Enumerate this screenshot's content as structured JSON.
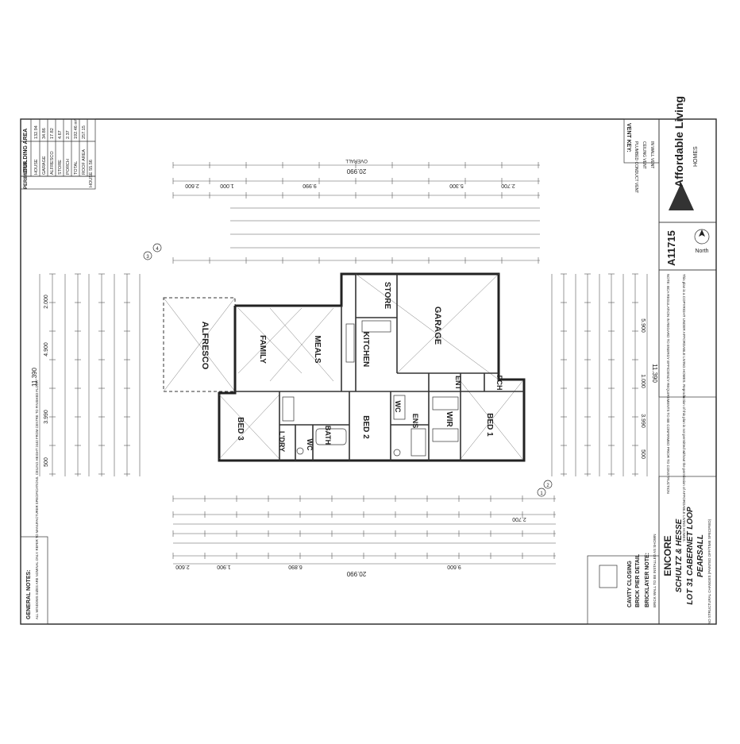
{
  "building_area": {
    "title": "BUILDING AREA",
    "rows": [
      {
        "label": "HOUSE",
        "value": "132.94"
      },
      {
        "label": "GARAGE",
        "value": "34.86"
      },
      {
        "label": "ALFRESCO",
        "value": "17.82"
      },
      {
        "label": "STORE",
        "value": "4.67"
      },
      {
        "label": "PORCH",
        "value": "2.37"
      },
      {
        "label": "TOTAL",
        "value": "192.46 m²"
      },
      {
        "label": "ROOF AREA",
        "value": "257.15"
      }
    ],
    "perimeter_title": "PERIMETER",
    "perimeter": {
      "label": "HOUSE",
      "value": "55.56"
    }
  },
  "rooms": {
    "alfresco": "ALFRESCO",
    "family": "FAMILY",
    "meals": "MEALS",
    "kitchen": "KITCHEN",
    "store": "STORE",
    "garage": "GARAGE",
    "bed3": "BED 3",
    "bed2": "BED 2",
    "bed1": "BED 1",
    "ldry": "L'DRY",
    "bath": "BATH",
    "wc": "WC",
    "wc2": "WC",
    "ens": "ENS",
    "wir": "WIR",
    "ent": "ENT",
    "pch": "PCH"
  },
  "dimensions": {
    "overall_top": "20.990",
    "overall_label": "OVERALL",
    "top_segments": [
      "2.600",
      "1.000",
      "9.990",
      "5.300",
      "2.700"
    ],
    "overall_bottom": "20.990",
    "bottom_segments": [
      "2.600",
      "1.900",
      "6.890",
      "9.600"
    ],
    "bottom_row2": "2.700",
    "left_overall": "11.390",
    "left_segments": [
      "2.000",
      "4.900",
      "3.990",
      "500"
    ],
    "right_overall": "11.390",
    "right_segments": [
      "5.900",
      "1.000",
      "3.990",
      "500"
    ]
  },
  "north": {
    "label": "North"
  },
  "vent_key": {
    "title": "VENT KEY:",
    "items": [
      "PLUMBED CONDUCT VENT",
      "CEILING VENT",
      "IN WALL VENT"
    ]
  },
  "company": {
    "name": "Affordable Living",
    "sub": "HOMES",
    "job_number": "A11715"
  },
  "notes": {
    "copyright": "NOTE: BCA REGULATION IN REGARD TO ENERGY EFFICIENCY REQUIREMENTS TO BE CONFIRMED PRIOR TO CONSTRUCTION",
    "copyright2": "This plan is a COPYRIGHT UNDER AFFORDABLE LIVING HOMES. Reproduction of this plan is not permitted without the permission of AFFORDABLE LIVING HOMES.",
    "general_title": "GENERAL NOTES:",
    "general_text": "ALL WINDOWS SIZES ARE NOMINAL ONLY. REFER TO MANUFACTURER SPECIFICATIONS. CEILING HEIGHT 2440 FROM CENTRE TO FINISHED FLOOR",
    "bricklayer_title": "BRICKLAYER NOTE:",
    "bricklayer_text": "BRICK WALL TO BE INSTALLED AS SHOWN",
    "cavity": "CAVITY CLOSING",
    "pier": "BRICK PIER DETAIL"
  },
  "title_block": {
    "house_type": "ENCORE",
    "client": "SCHULTZ & HESSE",
    "lot": "LOT 31 CABERNET LOOP",
    "suburb": "PEARSALL",
    "revision": "NO STRUCTURAL CHANGES (PAINTED OFF/TIME SPECIFIED)"
  }
}
